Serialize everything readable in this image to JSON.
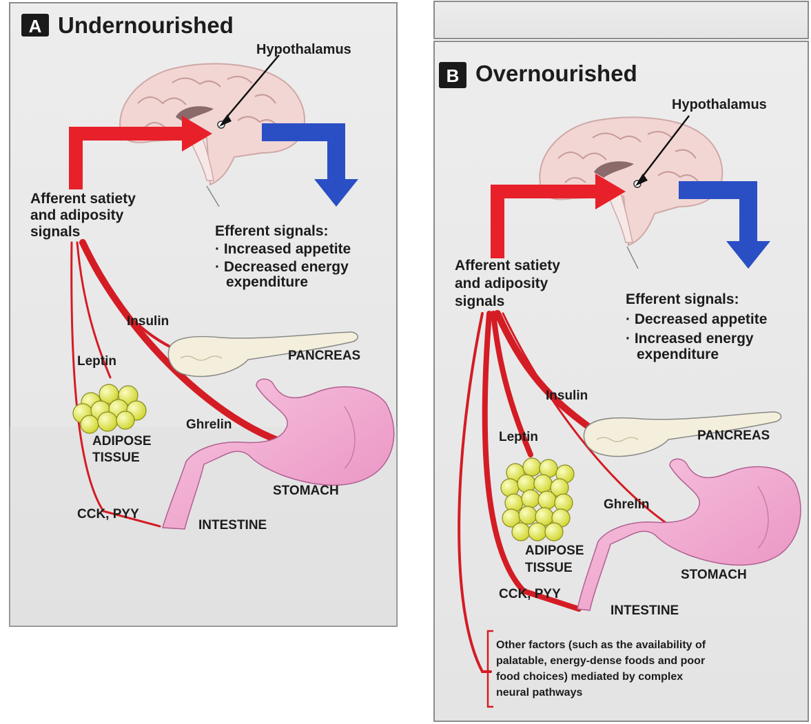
{
  "panel_a": {
    "badge": "A",
    "title": "Undernourished",
    "hypothalamus": "Hypothalamus",
    "afferent": [
      "Afferent satiety",
      "and adiposity",
      "signals"
    ],
    "efferent": [
      "Efferent signals:",
      "· Increased appetite",
      "· Decreased energy",
      "expenditure"
    ],
    "labels": {
      "insulin": "Insulin",
      "leptin": "Leptin",
      "ghrelin": "Ghrelin",
      "pancreas": "PANCREAS",
      "adipose": [
        "ADIPOSE",
        "TISSUE"
      ],
      "stomach": "STOMACH",
      "cck": "CCK, PYY",
      "intestine": "INTESTINE"
    }
  },
  "panel_b": {
    "badge": "B",
    "title": "Overnourished",
    "hypothalamus": "Hypothalamus",
    "afferent": [
      "Afferent satiety",
      "and adiposity",
      "signals"
    ],
    "efferent": [
      "Efferent signals:",
      "· Decreased appetite",
      "· Increased energy",
      "expenditure"
    ],
    "labels": {
      "insulin": "Insulin",
      "leptin": "Leptin",
      "ghrelin": "Ghrelin",
      "pancreas": "PANCREAS",
      "adipose": [
        "ADIPOSE",
        "TISSUE"
      ],
      "stomach": "STOMACH",
      "cck": "CCK, PYY",
      "intestine": "INTESTINE"
    },
    "other_factors": [
      "Other factors (such as the availability of",
      "palatable, energy-dense foods and poor",
      "food choices) mediated by complex",
      "neural pathways"
    ]
  },
  "colors": {
    "afferent_red": "#e8202a",
    "efferent_blue": "#2a4fc4",
    "nerve_red": "#d41c24",
    "stomach_pink": "#f2aed0",
    "adipose_yellow": "#e4ea4a",
    "pancreas_cream": "#f4efdc",
    "brain_pink": "#f1d6d4",
    "panel_bg": "#ececec"
  }
}
